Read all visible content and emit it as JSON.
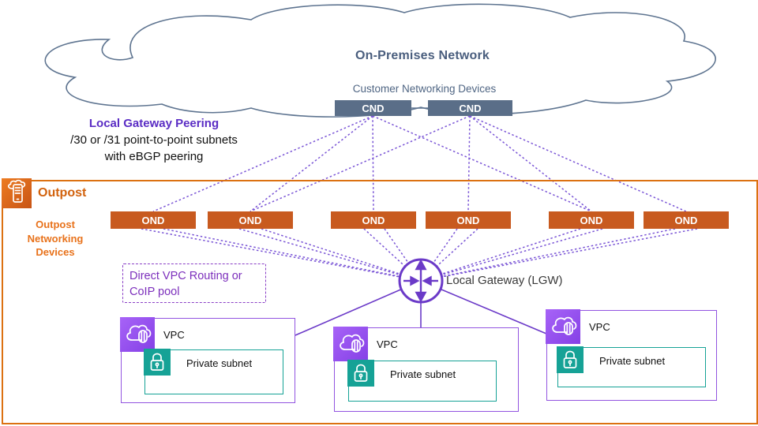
{
  "colors": {
    "slate_box": "#5A6E88",
    "slate_text": "#4F6583",
    "onprem_title": "#4A5E7E",
    "ond_orange": "#C85A1F",
    "outpost_border": "#DC7112",
    "outpost_text": "#D2620D",
    "outpost_devices_text": "#E8721B",
    "link_purple": "#7A55D6",
    "lgw_purple": "#6B3AC8",
    "vpc_border_purple": "#9254E0",
    "peering_title_purple": "#5A2CC4",
    "routing_note_purple": "#7C2FBC",
    "subnet_teal": "#16A296"
  },
  "on_premises": {
    "title": "On-Premises Network",
    "devices_label": "Customer Networking Devices",
    "cnd_boxes": [
      {
        "label": "CND"
      },
      {
        "label": "CND"
      }
    ]
  },
  "peering_note": {
    "title": "Local Gateway Peering",
    "line1": "/30 or /31 point-to-point subnets",
    "line2": "with eBGP peering"
  },
  "outpost": {
    "title": "Outpost",
    "networking_devices_label": {
      "line1": "Outpost",
      "line2": "Networking",
      "line3": "Devices"
    },
    "ond_boxes": [
      {
        "label": "OND"
      },
      {
        "label": "OND"
      },
      {
        "label": "OND"
      },
      {
        "label": "OND"
      },
      {
        "label": "OND"
      },
      {
        "label": "OND"
      }
    ]
  },
  "local_gateway": {
    "label": "Local Gateway (LGW)"
  },
  "routing_note": {
    "line1": "Direct VPC Routing or",
    "line2": "CoIP pool"
  },
  "vpcs": [
    {
      "label": "VPC",
      "subnet_label": "Private subnet"
    },
    {
      "label": "VPC",
      "subnet_label": "Private subnet"
    },
    {
      "label": "VPC",
      "subnet_label": "Private subnet"
    }
  ]
}
